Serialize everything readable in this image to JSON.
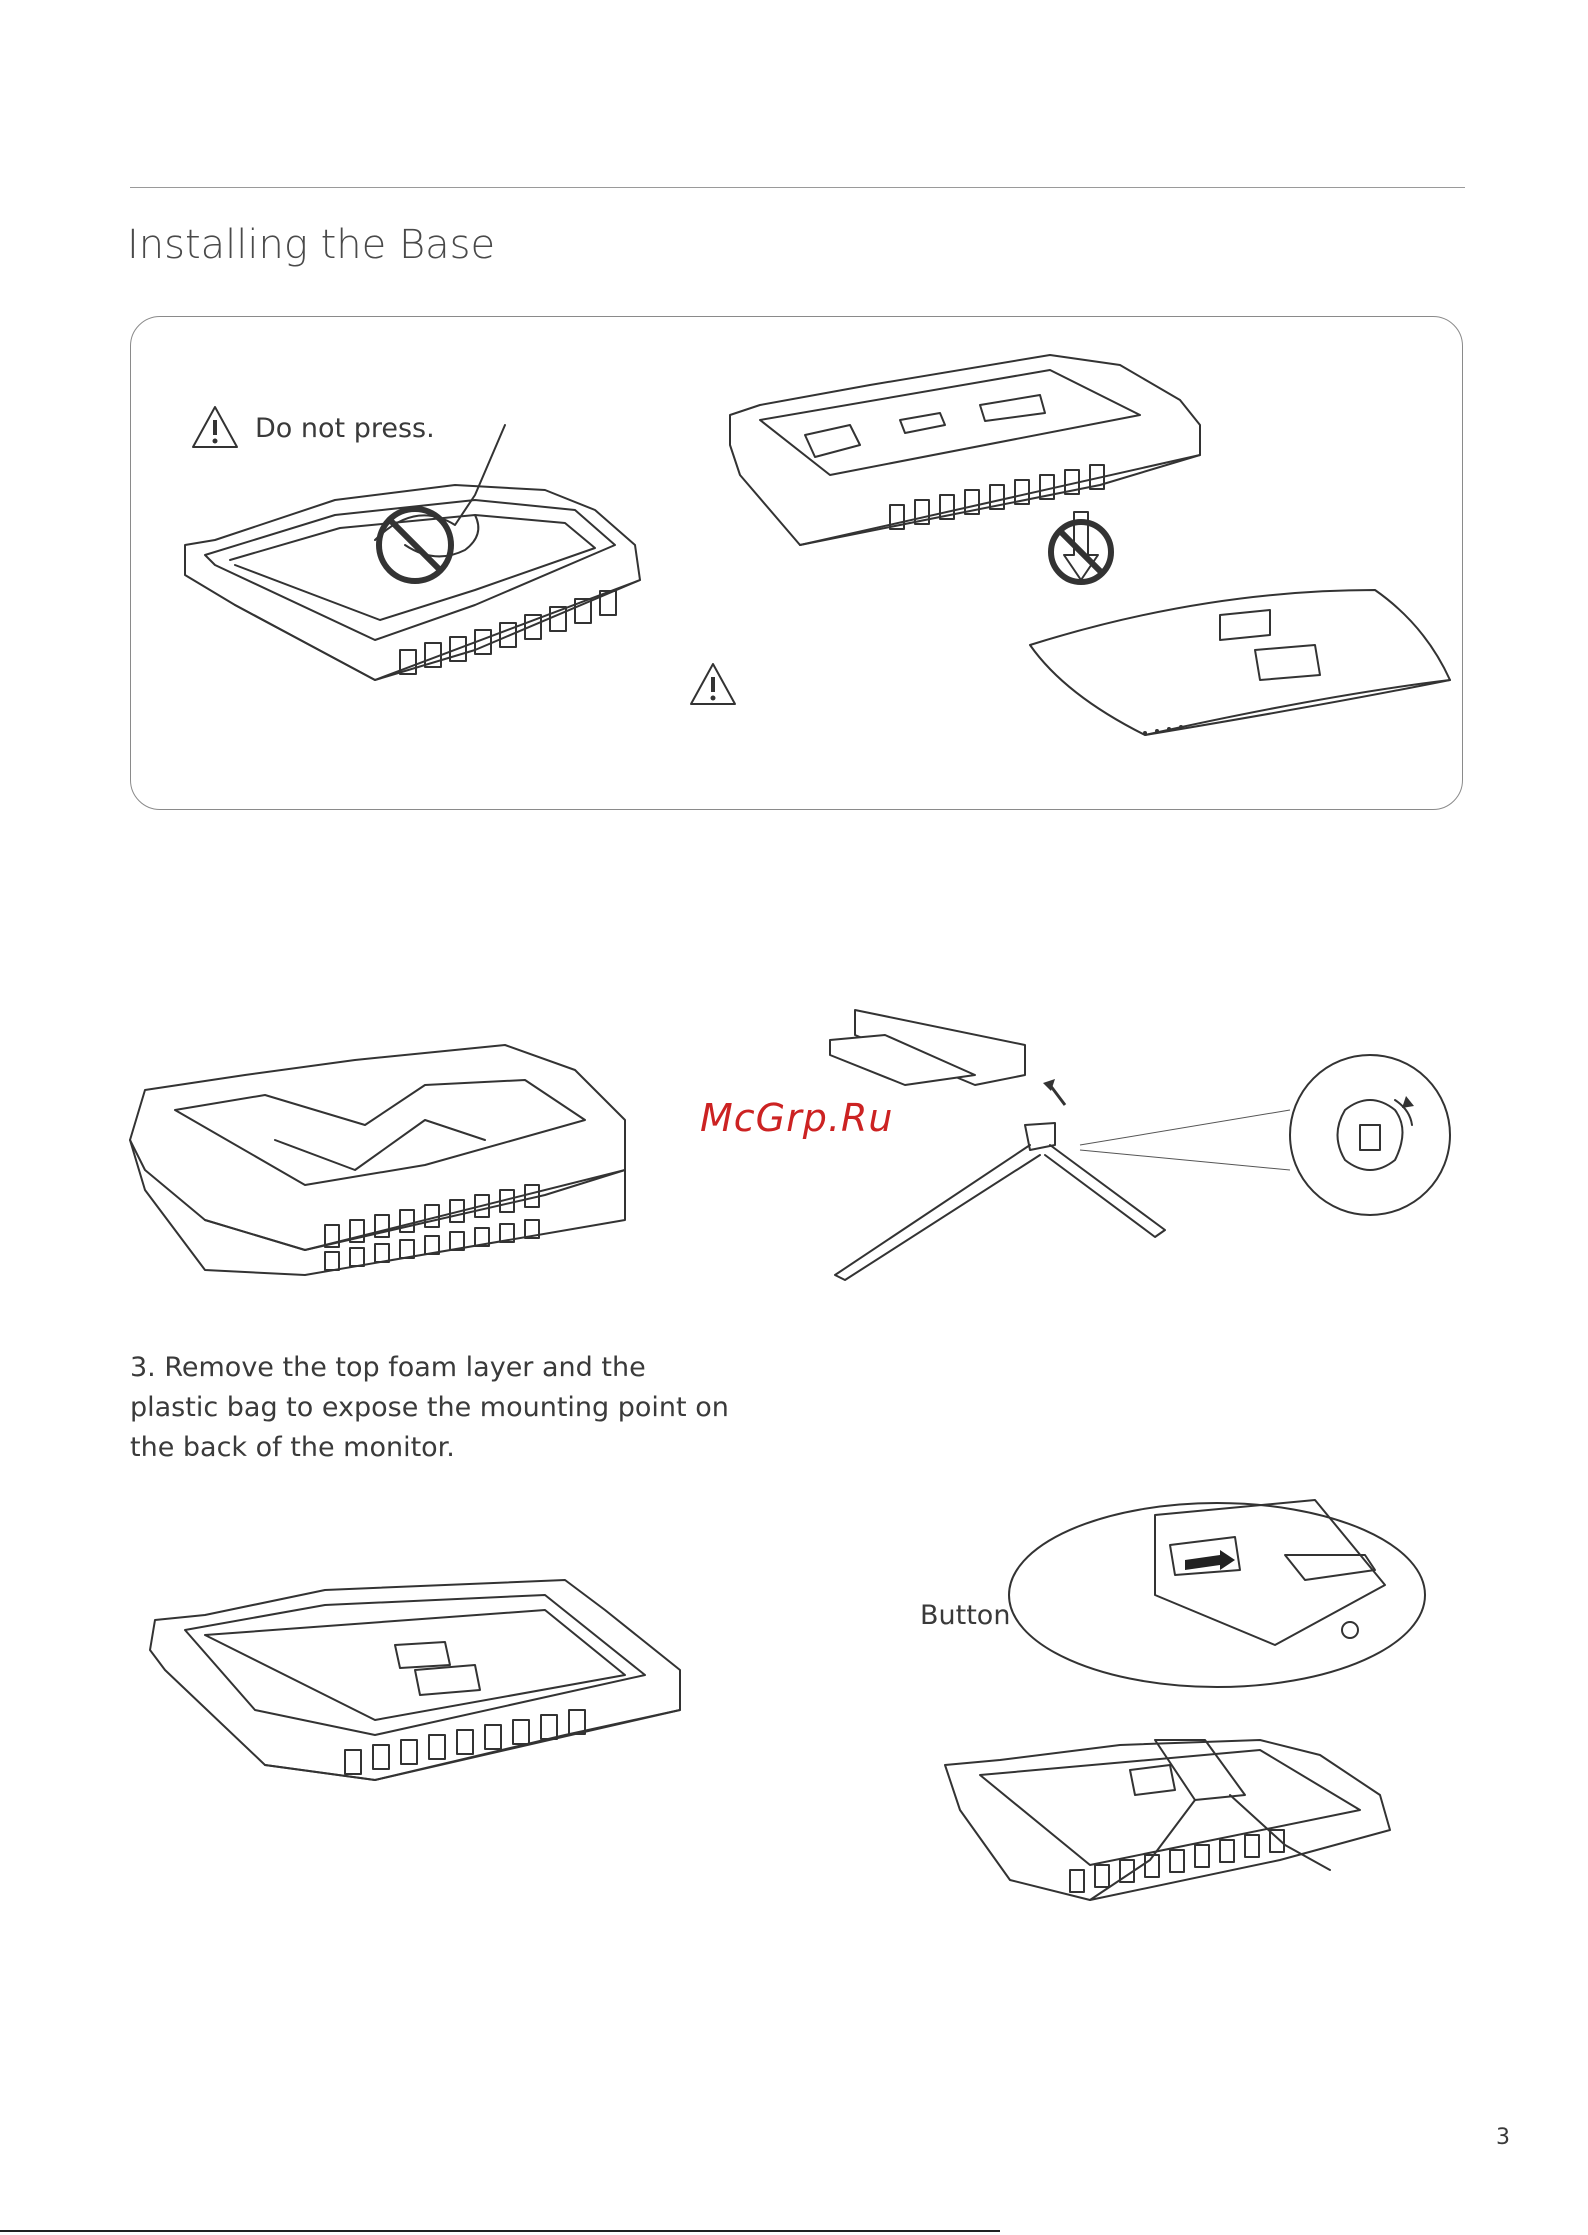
{
  "section": {
    "title": "Installing the Base"
  },
  "caution": {
    "do_not_press": "Do not press.",
    "warning_icon": "warning-triangle-icon",
    "prohibited_icon": "prohibition-circle-icon"
  },
  "step3": {
    "text": "3. Remove the top foam layer and the plastic bag to expose the mounting point on the back of the monitor."
  },
  "callouts": {
    "button": "Button"
  },
  "watermark": "McGrp.Ru",
  "page": {
    "number": "3"
  }
}
